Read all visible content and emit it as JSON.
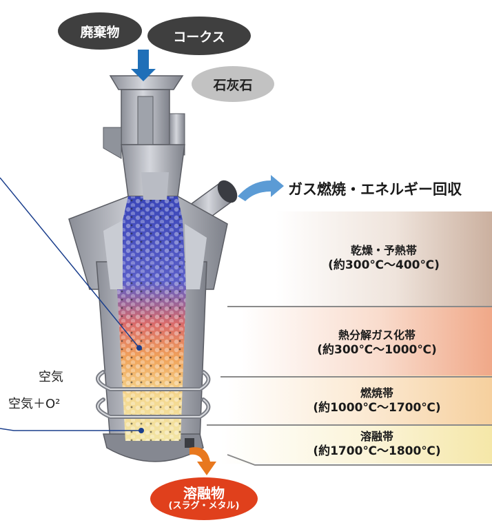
{
  "inputs": {
    "waste": "廃棄物",
    "coke": "コークス",
    "limestone": "石灰石"
  },
  "gas_output": "ガス燃焼・エネルギー回収",
  "zones": [
    {
      "name": "乾燥・予熱帯",
      "range": "(約300℃～400℃)"
    },
    {
      "name": "熱分解ガス化帯",
      "range": "(約300℃～1000℃)"
    },
    {
      "name": "燃焼帯",
      "range": "(約1000℃～1700℃)"
    },
    {
      "name": "溶融帯",
      "range": "(約1700℃～1800℃)"
    }
  ],
  "air_labels": {
    "air": "空気",
    "air_o2": "空気＋O²"
  },
  "output": {
    "title": "溶融物",
    "sub": "(スラグ・メタル)"
  },
  "colors": {
    "dark_pill": "#3f3f3f",
    "light_pill": "#c2c2c2",
    "down_arrow": "#1f6fb8",
    "gas_arrow": "#5b9bd5",
    "melt_arrow": "#e8781e",
    "melt_pill": "#e0401c",
    "leader_line": "#1a3e8c"
  }
}
